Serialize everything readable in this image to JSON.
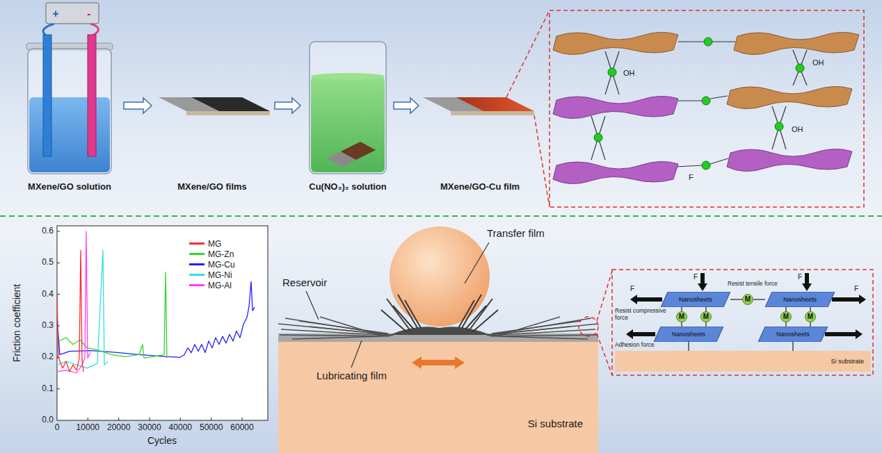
{
  "diagram": {
    "nodes": [
      {
        "text": [
          "Si substrate"
        ]
      },
      {
        "text": [
          "Nanosheets"
        ]
      },
      {
        "text": [
          "M"
        ]
      },
      {
        "text": [
          "Nanosheets"
        ]
      },
      {
        "text": [
          "M"
        ]
      },
      {
        "text": [
          "M"
        ]
      },
      {
        "text": [
          "M"
        ]
      },
      {
        "text": [
          "M"
        ]
      },
      {
        "text": [
          "Nanosheets"
        ]
      },
      {
        "text": [
          "Nanosheets"
        ]
      },
      {
        "text": [
          "Si substrate"
        ]
      }
    ],
    "edges": [
      {
        "from": 1,
        "to": 2,
        "arrow": "none"
      },
      {
        "from": 2,
        "to": 3,
        "arrow": "none"
      },
      {
        "from": 1,
        "to": 4,
        "arrow": "none"
      },
      {
        "from": 4,
        "to": 8,
        "arrow": "none"
      },
      {
        "from": 1,
        "to": 5,
        "arrow": "none"
      },
      {
        "from": 5,
        "to": 8,
        "arrow": "none"
      },
      {
        "from": 3,
        "to": 6,
        "arrow": "none"
      },
      {
        "from": 6,
        "to": 9,
        "arrow": "none"
      },
      {
        "from": 3,
        "to": 7,
        "arrow": "none"
      },
      {
        "from": 7,
        "to": 9,
        "arrow": "none"
      },
      {
        "from": 8,
        "to": 10,
        "arrow": "none"
      },
      {
        "from": 9,
        "to": 10,
        "arrow": "none"
      }
    ],
    "labels": [
      "+",
      "-",
      "MXene/GO solution",
      "MXene/GO films",
      "Cu(NO₃)₂ solution",
      "MXene/GO-Cu film",
      "OH",
      "OH",
      "OH",
      "F",
      "0.6",
      "0.5",
      "0.4",
      "0.3",
      "0.2",
      "0.1",
      "0.0",
      "Friction coefficient",
      "0",
      "10000",
      "20000",
      "30000",
      "40000",
      "50000",
      "60000",
      "Cycles",
      "Transfer film",
      "Reservoir",
      "Lubricating film",
      "F",
      "Resist tensile force",
      "F",
      "F",
      "F",
      "Resist compressive force",
      "Adhesion force"
    ],
    "legend": [
      {
        "text": "MG",
        "color": "#ff2a2a"
      },
      {
        "text": "MG-Zn",
        "color": "#2fd82f"
      },
      {
        "text": "MG-Cu",
        "color": "#1f1fff"
      },
      {
        "text": "MG-Ni",
        "color": "#33dede"
      },
      {
        "text": "MG-Al",
        "color": "#ff3cff"
      }
    ]
  }
}
